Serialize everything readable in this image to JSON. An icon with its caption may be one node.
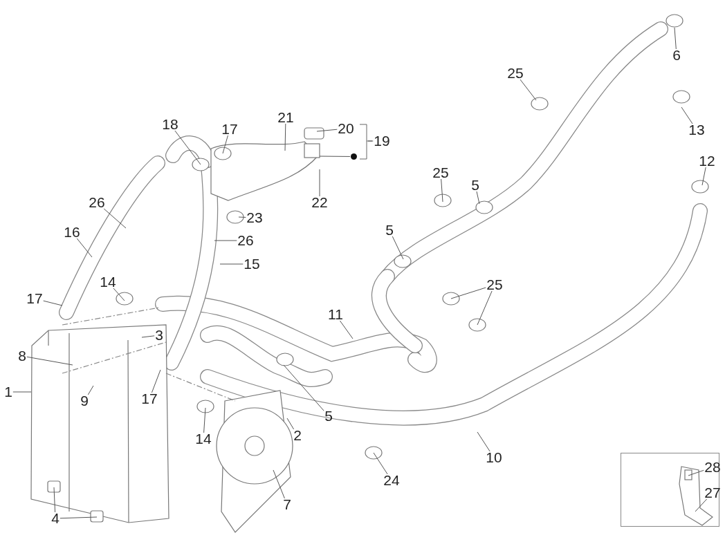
{
  "diagram": {
    "nodes": [
      {
        "text": [
          "6"
        ]
      },
      {
        "text": [
          "25"
        ]
      },
      {
        "text": [
          "13"
        ]
      },
      {
        "text": [
          "18"
        ]
      },
      {
        "text": [
          "17"
        ]
      },
      {
        "text": [
          "21"
        ]
      },
      {
        "text": [
          "20"
        ]
      },
      {
        "text": [
          "19"
        ]
      },
      {
        "text": [
          "12"
        ]
      },
      {
        "text": [
          "22"
        ]
      },
      {
        "text": [
          "25"
        ]
      },
      {
        "text": [
          "5"
        ]
      },
      {
        "text": [
          "26"
        ]
      },
      {
        "text": [
          "23"
        ]
      },
      {
        "text": [
          "26"
        ]
      },
      {
        "text": [
          "16"
        ]
      },
      {
        "text": [
          "5"
        ]
      },
      {
        "text": [
          "15"
        ]
      },
      {
        "text": [
          "14"
        ]
      },
      {
        "text": [
          "25"
        ]
      },
      {
        "text": [
          "17"
        ]
      },
      {
        "text": [
          "11"
        ]
      },
      {
        "text": [
          "3"
        ]
      },
      {
        "text": [
          "8"
        ]
      },
      {
        "text": [
          "1"
        ]
      },
      {
        "text": [
          "9"
        ]
      },
      {
        "text": [
          "17"
        ]
      },
      {
        "text": [
          "2"
        ]
      },
      {
        "text": [
          "14"
        ]
      },
      {
        "text": [
          "5"
        ]
      },
      {
        "text": [
          "10"
        ]
      },
      {
        "text": [
          "24"
        ]
      },
      {
        "text": [],
        "shape": "box"
      },
      {
        "text": [
          "28"
        ],
        "in": 32
      },
      {
        "text": [
          "27"
        ],
        "in": 32
      },
      {
        "text": [
          "4"
        ]
      },
      {
        "text": [
          "7"
        ]
      },
      {
        "text": [],
        "shape": "circle"
      }
    ],
    "edges": [
      {
        "from": 0,
        "to": null,
        "arrow": "none"
      },
      {
        "from": 1,
        "to": null,
        "arrow": "none"
      },
      {
        "from": 2,
        "to": null,
        "arrow": "none"
      },
      {
        "from": 3,
        "to": null,
        "arrow": "none"
      },
      {
        "from": 4,
        "to": null,
        "arrow": "none"
      },
      {
        "from": 5,
        "to": null,
        "arrow": "none"
      },
      {
        "from": 6,
        "to": null,
        "arrow": "none"
      },
      {
        "from": 7,
        "to": null,
        "arrow": "none"
      },
      {
        "from": 8,
        "to": null,
        "arrow": "none"
      },
      {
        "from": 9,
        "to": null,
        "arrow": "none"
      },
      {
        "from": 10,
        "to": null,
        "arrow": "none"
      },
      {
        "from": 11,
        "to": null,
        "arrow": "none"
      },
      {
        "from": 12,
        "to": null,
        "arrow": "none"
      },
      {
        "from": 13,
        "to": null,
        "arrow": "none"
      },
      {
        "from": 14,
        "to": null,
        "arrow": "none"
      },
      {
        "from": 15,
        "to": null,
        "arrow": "none"
      },
      {
        "from": 16,
        "to": null,
        "arrow": "none"
      },
      {
        "from": 17,
        "to": null,
        "arrow": "none"
      },
      {
        "from": 18,
        "to": null,
        "arrow": "none"
      },
      {
        "from": 19,
        "to": null,
        "arrow": "none"
      },
      {
        "from": 19,
        "to": null,
        "arrow": "none"
      },
      {
        "from": 20,
        "to": null,
        "arrow": "none"
      },
      {
        "from": 21,
        "to": null,
        "arrow": "none"
      },
      {
        "from": 22,
        "to": null,
        "arrow": "none"
      },
      {
        "from": 23,
        "to": null,
        "arrow": "none"
      },
      {
        "from": 24,
        "to": null,
        "arrow": "none"
      },
      {
        "from": 25,
        "to": null,
        "arrow": "none"
      },
      {
        "from": 26,
        "to": null,
        "arrow": "none"
      },
      {
        "from": 27,
        "to": null,
        "arrow": "none"
      },
      {
        "from": 28,
        "to": null,
        "arrow": "none"
      },
      {
        "from": 29,
        "to": null,
        "arrow": "none"
      },
      {
        "from": 30,
        "to": null,
        "arrow": "none"
      },
      {
        "from": 31,
        "to": null,
        "arrow": "none"
      },
      {
        "from": 33,
        "to": null,
        "arrow": "none"
      },
      {
        "from": 34,
        "to": null,
        "arrow": "none"
      },
      {
        "from": 35,
        "to": null,
        "arrow": "none"
      },
      {
        "from": 35,
        "to": null,
        "arrow": "none"
      },
      {
        "from": 36,
        "to": null,
        "arrow": "none"
      },
      {
        "from": 37,
        "to": null,
        "arrow": "none"
      }
    ]
  }
}
